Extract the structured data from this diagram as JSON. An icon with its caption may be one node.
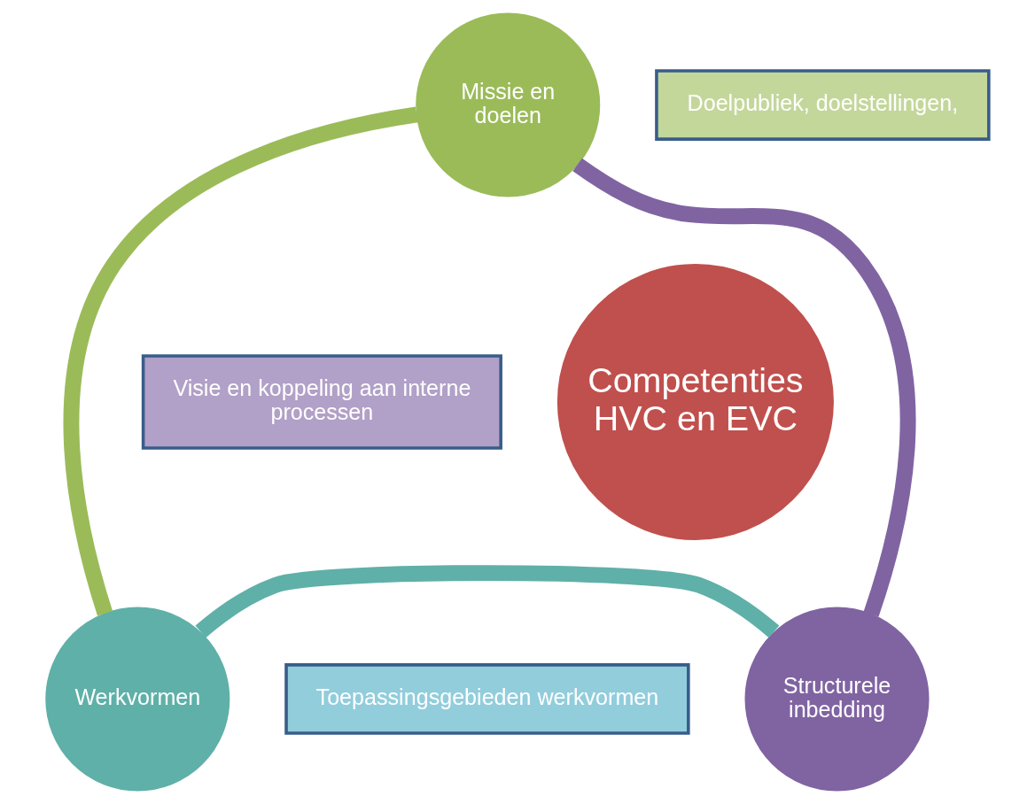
{
  "diagram": {
    "nodes": [
      {
        "text": [
          "Missie en doelen"
        ]
      },
      {
        "text": [
          "Doelpubliek, doelstellingen,"
        ]
      },
      {
        "text": [
          "Werkvormen"
        ]
      },
      {
        "text": [
          "Toepassingsgebieden werkvormen"
        ]
      },
      {
        "text": [
          "Structurele inbedding"
        ]
      },
      {
        "text": [
          "Visie en koppeling aan interne processen"
        ]
      },
      {
        "text": [
          "Competenties HVC en EVC"
        ]
      }
    ],
    "edges": [
      {
        "from": 0,
        "to": 2,
        "arrow": "none",
        "color": "#9bbb59"
      },
      {
        "from": 2,
        "to": 4,
        "arrow": "none",
        "color": "#5fb0a8"
      },
      {
        "from": 4,
        "to": 0,
        "arrow": "none",
        "color": "#8064a2"
      }
    ]
  }
}
